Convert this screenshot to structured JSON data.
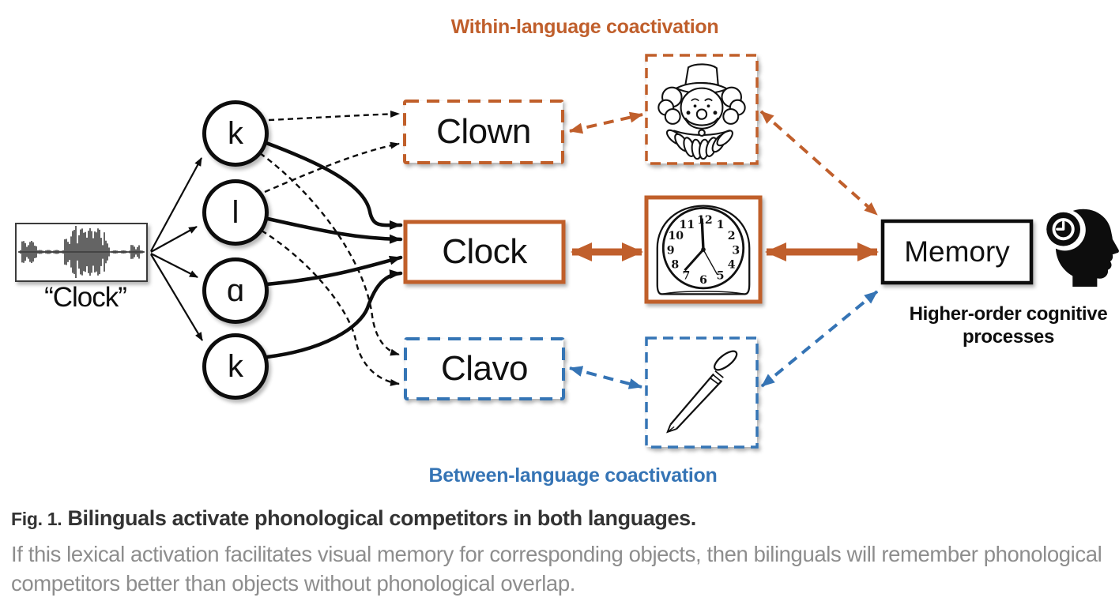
{
  "diagram": {
    "title_top": "Within-language coactivation",
    "title_bottom": "Between-language coactivation",
    "stimulus": {
      "label": "“Clock”",
      "icon": "speech-waveform"
    },
    "phonemes": [
      "k",
      "l",
      "ɑ",
      "k"
    ],
    "words": [
      {
        "label": "Clown",
        "style": "orange-dashed"
      },
      {
        "label": "Clock",
        "style": "orange-solid"
      },
      {
        "label": "Clavo",
        "style": "blue-dashed"
      }
    ],
    "pictures": [
      {
        "name": "clown-drawing",
        "style": "orange-dashed"
      },
      {
        "name": "clock-drawing",
        "style": "orange-solid"
      },
      {
        "name": "nail-drawing",
        "style": "blue-dashed"
      }
    ],
    "memory": {
      "label": "Memory",
      "icon": "head-with-clock-icon"
    },
    "memory_caption": "Higher-order cognitive processes",
    "colors": {
      "orange": "#C05F2C",
      "blue": "#3574B5",
      "black": "#0d0d0d",
      "caption_dark": "#333333",
      "caption_gray": "#8d8d8d"
    }
  },
  "caption": {
    "fig_label": "Fig. 1.",
    "title": " Bilinguals activate phonological competitors in both languages.",
    "body": "If this lexical activation facilitates visual memory for corresponding objects, then bilinguals will remember phonological competitors better than objects without phonological overlap."
  }
}
